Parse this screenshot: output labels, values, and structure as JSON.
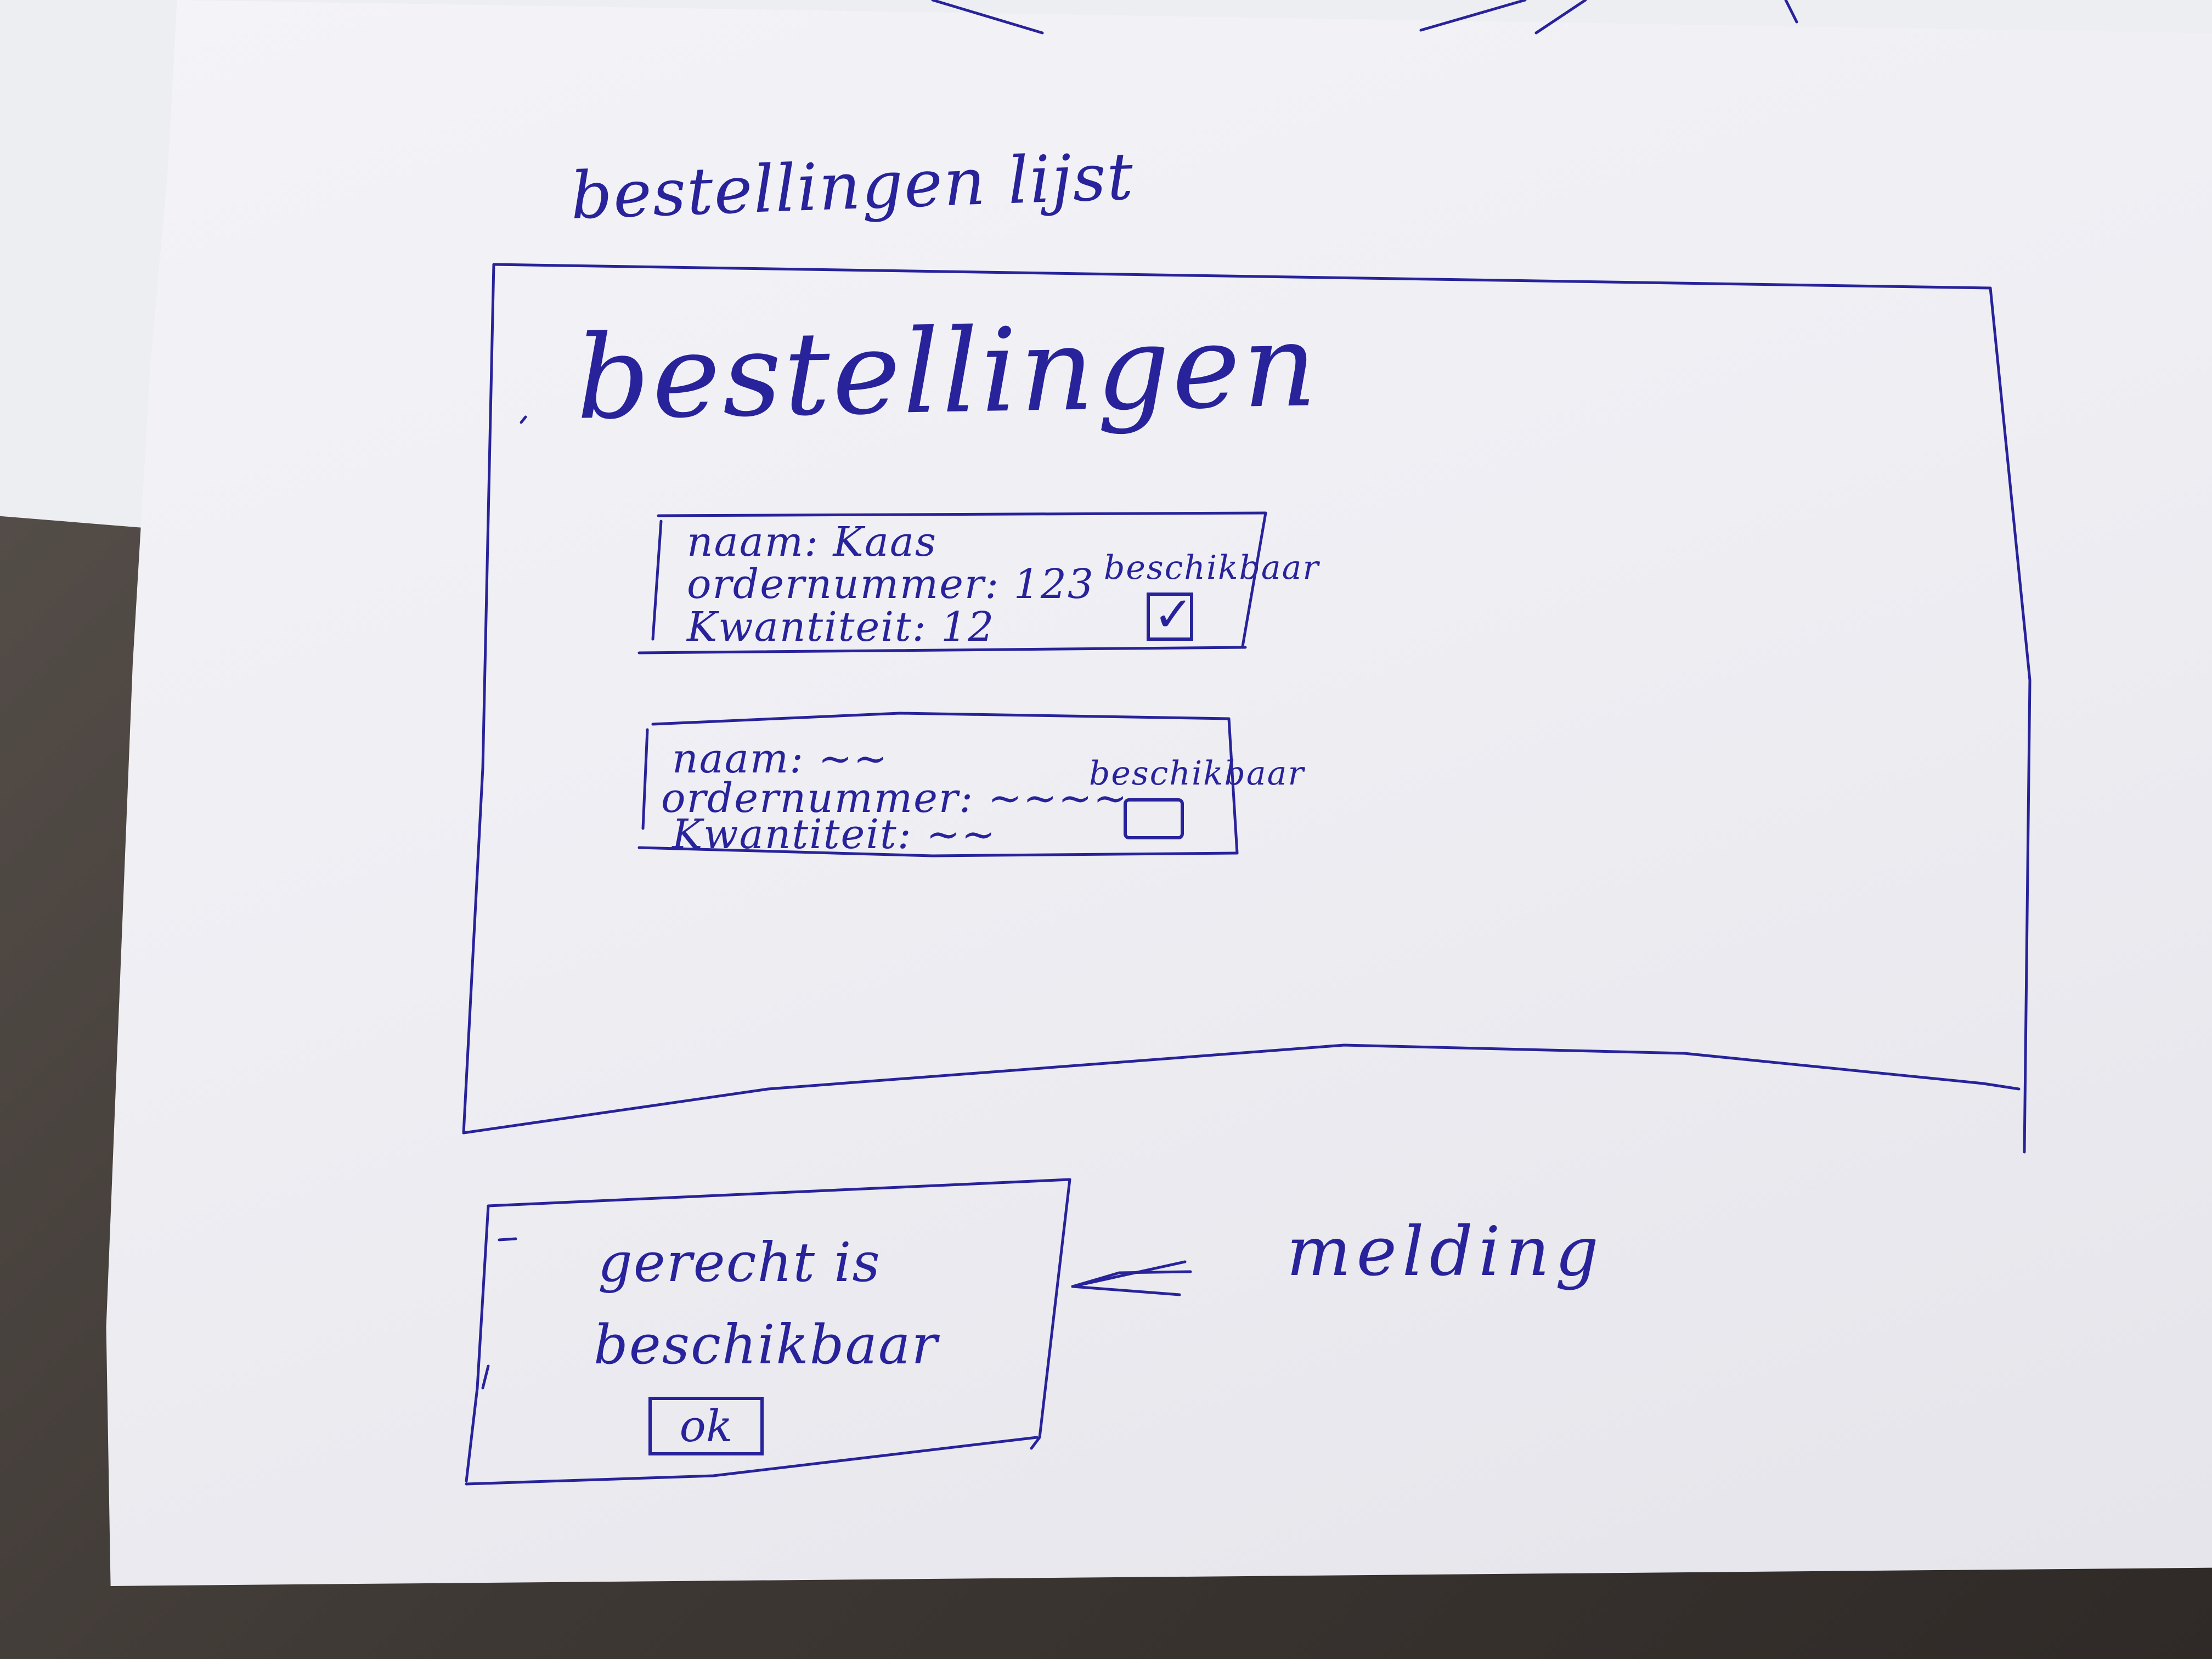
{
  "sketch": {
    "page_caption": "bestellingen lijst",
    "window": {
      "title": "bestellingen",
      "orders": [
        {
          "name_line": "naam: Kaas",
          "order_number_line": "ordernummer: 123",
          "quantity_line": "Kwantiteit: 12",
          "availability_label": "beschikbaar",
          "available": true
        },
        {
          "name_line": "naam: ~~",
          "order_number_line": "ordernummer: ~~~~",
          "quantity_line": "Kwantiteit: ~~",
          "availability_label": "beschikbaar",
          "available": false
        }
      ]
    },
    "alert": {
      "message_line1": "gerecht is",
      "message_line2": "beschikbaar",
      "ok_label": "ok",
      "annotation": "melding",
      "arrow_icon": "arrow-left-icon"
    }
  },
  "colors": {
    "ink": "#28239a",
    "paper": "#f1f1f5",
    "table": "#4f4843"
  }
}
